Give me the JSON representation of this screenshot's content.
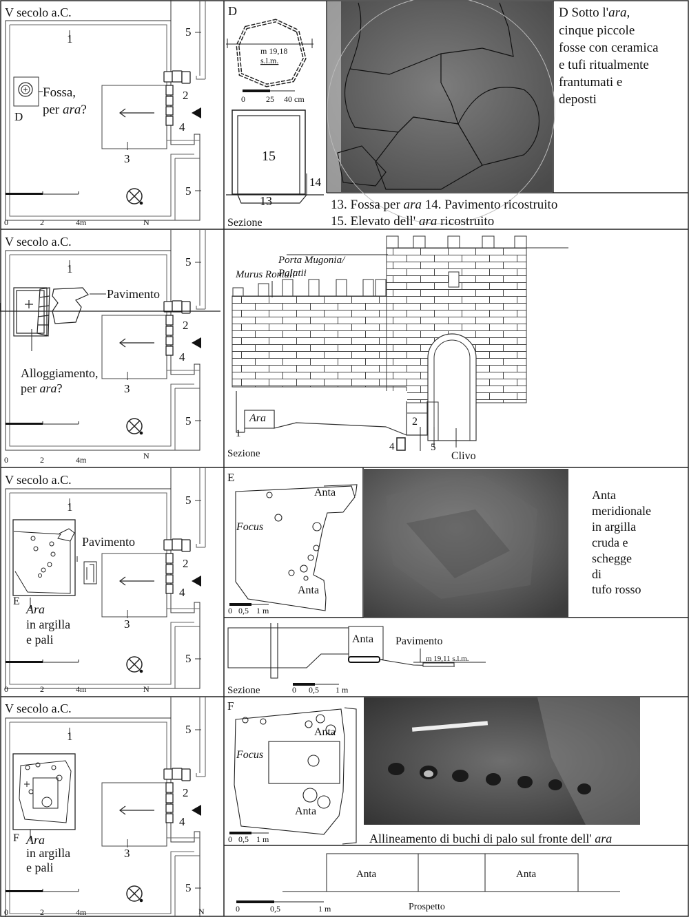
{
  "period_label": "V secolo a.C.",
  "plan": {
    "labels": {
      "n1": "1",
      "n2": "2",
      "n3": "3",
      "n4": "4",
      "n5": "5"
    },
    "scale": {
      "zero": "0",
      "two": "2",
      "four": "4m"
    },
    "north": "N"
  },
  "row1": {
    "fossa_line1": "Fossa,",
    "fossa_line2_a": "per ",
    "fossa_line2_b": "ara",
    "fossa_line2_c": "?",
    "d_letter": "D",
    "section_letter": "D",
    "elev_line1": "m 19,18",
    "elev_line2": "s.l.m.",
    "scale": {
      "zero": "0",
      "a": "25",
      "b": "40 cm"
    },
    "num15": "15",
    "num14": "14",
    "num13": "13",
    "sezione": "Sezione",
    "desc": {
      "l1_a": "D Sotto l'",
      "l1_b": "ara,",
      "l2": "cinque piccole",
      "l3": "fosse con ceramica",
      "l4": "e tufi ritualmente",
      "l5": "frantumati e",
      "l6": "deposti"
    },
    "caption": {
      "l1_a": "13. Fossa per ",
      "l1_b": "ara",
      "l1_c": " 14. Pavimento ricostruito",
      "l2_a": "15. Elevato dell' ",
      "l2_b": "ara",
      "l2_c": " ricostruito"
    }
  },
  "row2": {
    "pavimento": "Pavimento",
    "alloggiamento": "Alloggiamento,",
    "per": "per ",
    "ara": "ara",
    "q": "?",
    "porta_l1": "Porta Mugonia/",
    "porta_l2": "Palatii",
    "murus": "Murus Romuli",
    "ara_label": "Ara",
    "n1": "1",
    "n2": "2",
    "n4": "4",
    "n5": "5",
    "clivo": "Clivo",
    "sezione": "Sezione"
  },
  "row3": {
    "pavimento": "Pavimento",
    "e_letter": "E",
    "ara": "Ara",
    "in_argilla": "in argilla",
    "e_pali": "e pali",
    "panel_letter": "E",
    "anta_top": "Anta",
    "focus": "Focus",
    "anta_bottom": "Anta",
    "scale": {
      "zero": "0",
      "a": "0,5",
      "b": "1 m"
    },
    "desc": [
      "Anta",
      "meridionale",
      "in argilla",
      "cruda e",
      "schegge",
      "di",
      "tufo rosso"
    ],
    "sec_anta": "Anta",
    "sec_pavimento": "Pavimento",
    "elev": "m 19,11 s.l.m.",
    "sezione": "Sezione",
    "sec_scale": {
      "zero": "0",
      "a": "0,5",
      "b": "1 m"
    }
  },
  "row4": {
    "f_letter": "F",
    "ara": "Ara",
    "in_argilla": "in argilla",
    "e_pali": "e pali",
    "panel_letter": "F",
    "anta_top": "Anta",
    "focus": "Focus",
    "anta_bottom": "Anta",
    "scale": {
      "zero": "0",
      "a": "0,5",
      "b": "1 m"
    },
    "caption_a": "Allineamento di buchi di palo sul fronte dell' ",
    "caption_b": "ara",
    "prospetto_anta1": "Anta",
    "prospetto_anta2": "Anta",
    "prospetto": "Prospetto",
    "pro_scale": {
      "zero": "0",
      "a": "0,5",
      "b": "1 m"
    }
  }
}
